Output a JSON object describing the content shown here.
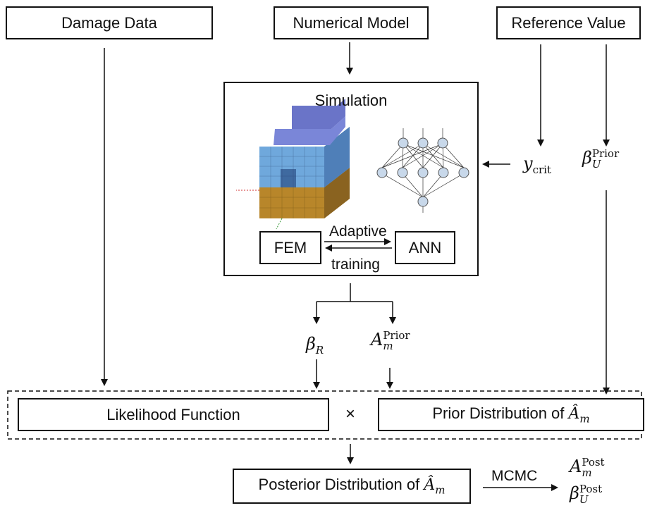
{
  "inputs": {
    "damage_data": "Damage Data",
    "numerical_model": "Numerical Model",
    "reference_value": "Reference Value"
  },
  "simulation": {
    "title": "Simulation",
    "fem": "FEM",
    "ann": "ANN",
    "adaptive": "Adaptive",
    "training": "training"
  },
  "symbols": {
    "y_crit_base": "y",
    "y_crit_sub": "crit",
    "beta_U_prior_base": "β",
    "beta_U_prior_sub": "U",
    "beta_U_prior_sup": "Prior",
    "beta_R_base": "β",
    "beta_R_sub": "R",
    "A_m_prior_base": "A",
    "A_m_prior_sub": "m",
    "A_m_prior_sup": "Prior",
    "A_m_post_base": "A",
    "A_m_post_sub": "m",
    "A_m_post_sup": "Post",
    "beta_U_post_base": "β",
    "beta_U_post_sub": "U",
    "beta_U_post_sup": "Post"
  },
  "bayes": {
    "likelihood": "Likelihood Function",
    "times": "×",
    "prior_prefix": "Prior Distribution of ",
    "prior_symbol": "Â",
    "prior_sub": "m",
    "posterior_prefix": "Posterior Distribution of ",
    "posterior_symbol": "Â",
    "posterior_sub": "m",
    "mcmc": "MCMC"
  },
  "icons": [
    "fem-mesh-icon",
    "neural-network-icon"
  ]
}
